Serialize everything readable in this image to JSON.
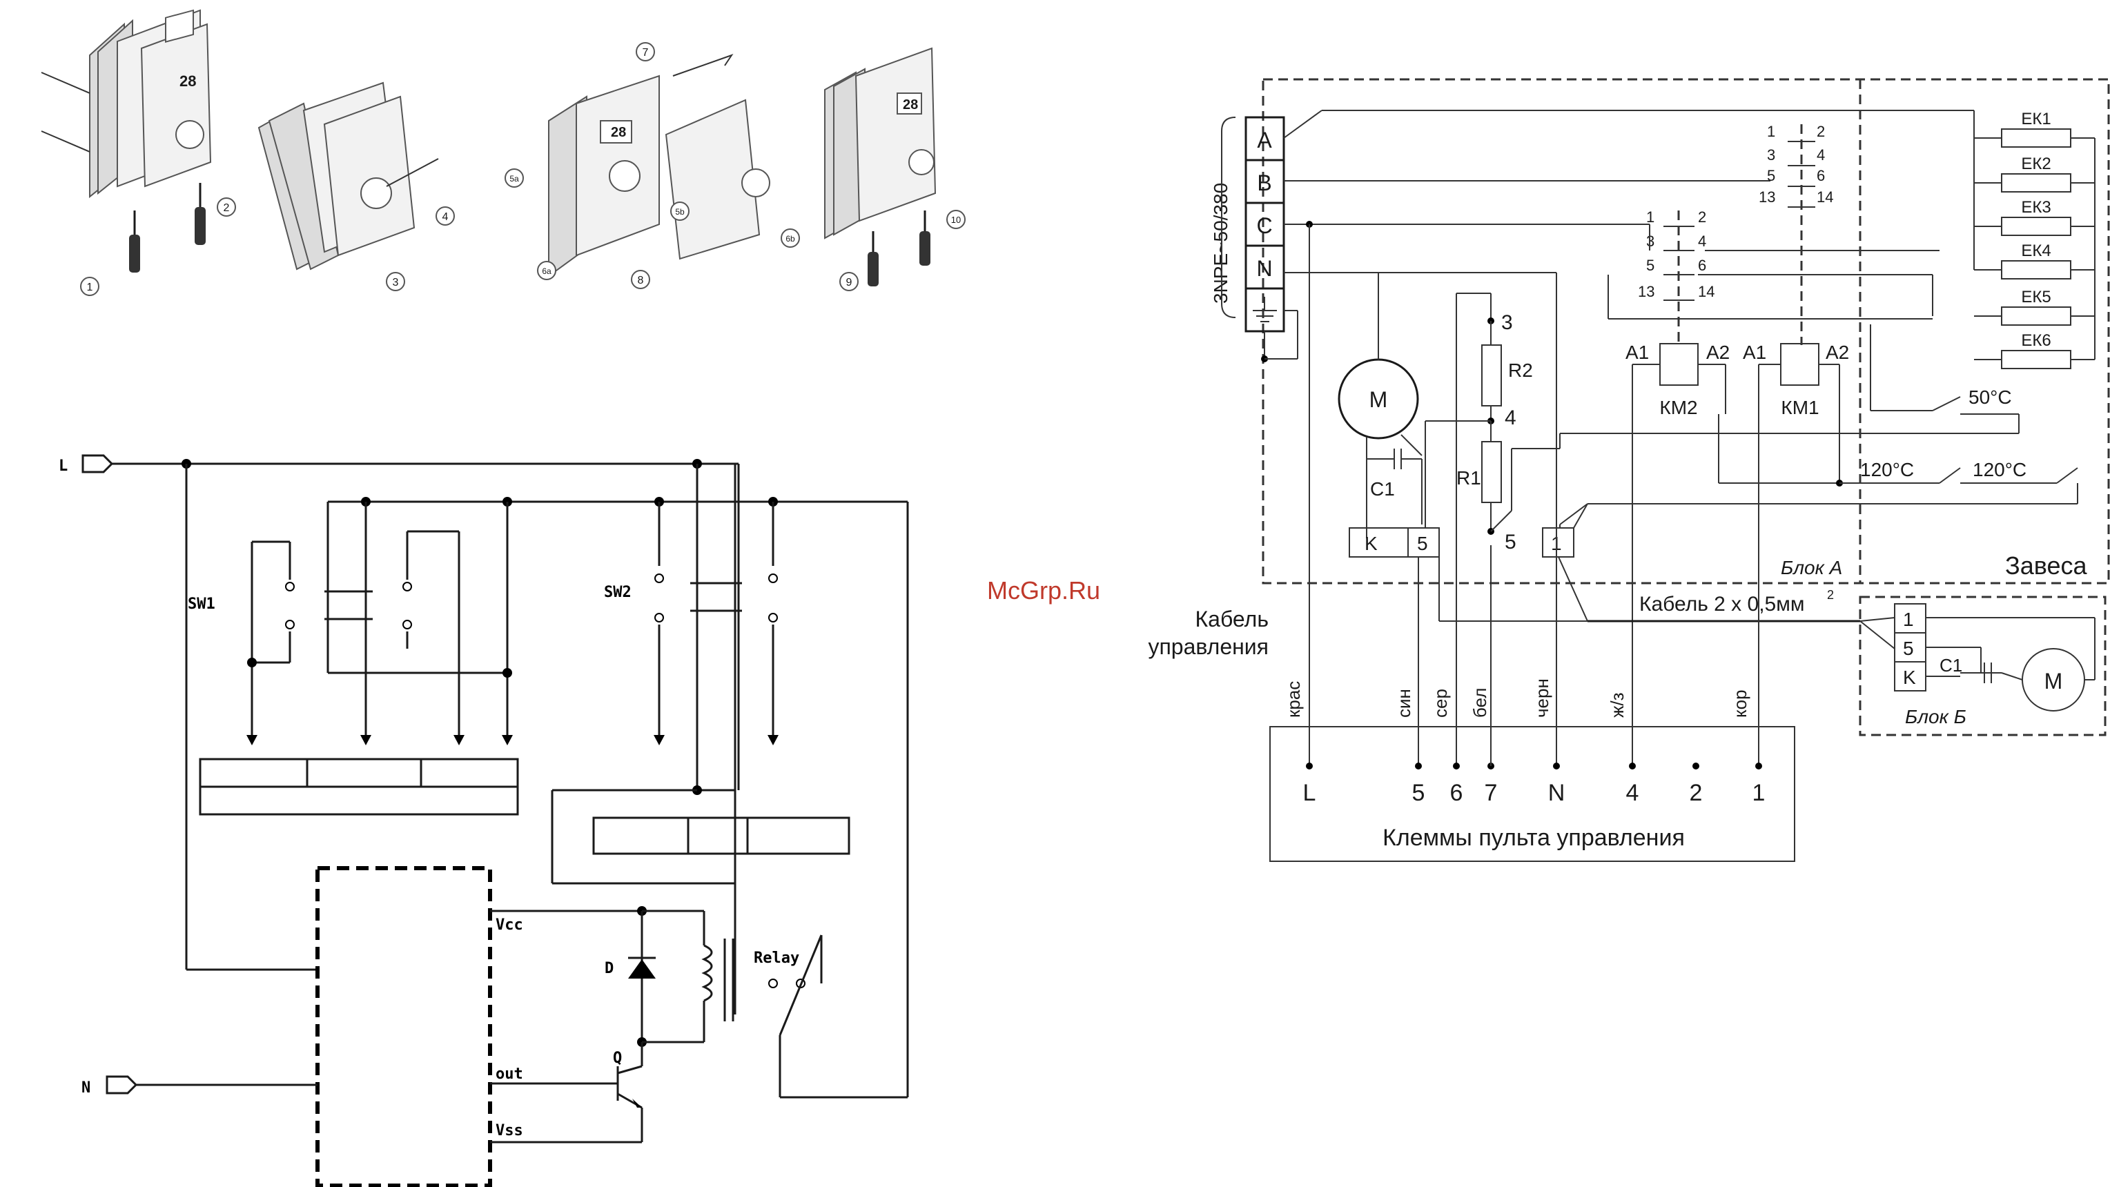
{
  "watermark": "McGrp.Ru",
  "install": {
    "step_numbers": [
      "1",
      "2",
      "3",
      "4",
      "5a",
      "5b",
      "6a",
      "6b",
      "7",
      "8",
      "9",
      "10"
    ],
    "display_value": "28"
  },
  "left_schematic": {
    "L": "L",
    "N": "N",
    "sw1": "SW1",
    "sw2": "SW2",
    "vcc": "Vcc",
    "out": "out",
    "vss": "Vss",
    "relay": "Relay",
    "diode": "D",
    "transistor": "Q"
  },
  "right_schematic": {
    "supply": "3NPE~50/380",
    "terminals": [
      "A",
      "B",
      "C",
      "N"
    ],
    "heaters": [
      "ЕК1",
      "ЕК2",
      "ЕК3",
      "ЕК4",
      "ЕК5",
      "ЕК6"
    ],
    "contacts_top": [
      [
        "1",
        "2"
      ],
      [
        "3",
        "4"
      ],
      [
        "5",
        "6"
      ],
      [
        "13",
        "14"
      ]
    ],
    "contacts_mid": [
      [
        "1",
        "2"
      ],
      [
        "3",
        "4"
      ],
      [
        "5",
        "6"
      ],
      [
        "13",
        "14"
      ]
    ],
    "a1": "A1",
    "a2": "A2",
    "km2": "КМ2",
    "km1": "КМ1",
    "motor": "M",
    "c1": "C1",
    "r1": "R1",
    "r2": "R2",
    "n3": "3",
    "n4": "4",
    "n5": "5",
    "k_box": "K",
    "five_box": "5",
    "one_box": "1",
    "t50": "50°C",
    "t120a": "120°C",
    "t120b": "120°C",
    "block_a": "Блок А",
    "curtain": "Завеса",
    "cable_label_1": "Кабель",
    "cable_label_2": "управления",
    "cable_spec": "Кабель 2 х 0,5мм",
    "cable_sup": "2",
    "block_b": "Блок Б",
    "b_boxes": [
      "1",
      "5",
      "K"
    ],
    "b_c1": "C1",
    "b_motor": "M",
    "wire_colors": [
      "крас",
      "син",
      "сер",
      "бел",
      "черн",
      "ж/з",
      "кор"
    ],
    "terminal_numbers": [
      "L",
      "5",
      "6",
      "7",
      "N",
      "4",
      "2",
      "1"
    ],
    "panel_title": "Клеммы пульта управления"
  }
}
